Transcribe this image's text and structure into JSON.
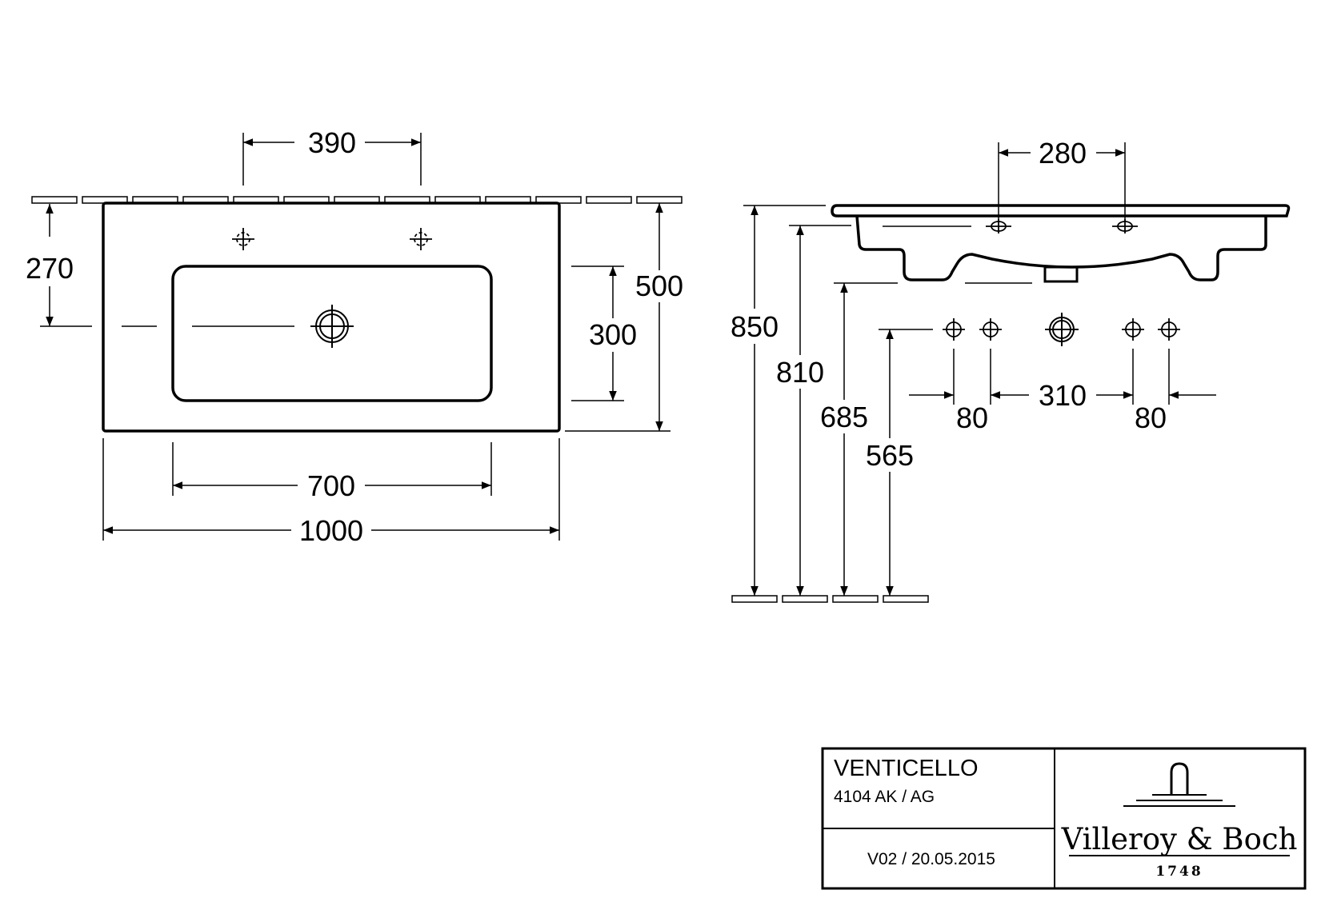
{
  "top_view": {
    "dims": {
      "tap_spacing": "390",
      "tap_offset": "270",
      "depth": "500",
      "bowl_depth": "300",
      "bowl_width": "700",
      "total_width": "1000"
    }
  },
  "side_view": {
    "dims": {
      "overflow_spacing": "280",
      "rim_height": "850",
      "basin_height": "810",
      "waste_height": "685",
      "pipe_height": "565",
      "left_spacing": "80",
      "center_spacing": "310",
      "right_spacing": "80"
    }
  },
  "title_block": {
    "product_name": "VENTICELLO",
    "product_code": "4104 AK / AG",
    "version_date": "V02 / 20.05.2015",
    "brand_name": "Villeroy & Boch",
    "brand_year": "1748"
  }
}
